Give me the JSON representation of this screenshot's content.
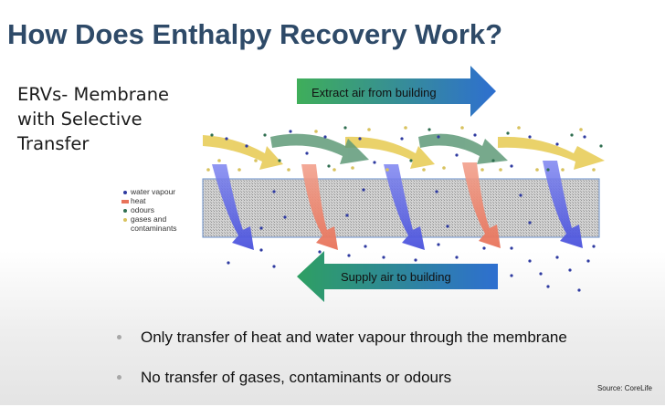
{
  "slide": {
    "title": "How Does Enthalpy Recovery Work?",
    "subtitle": "ERVs- Membrane with Selective Transfer",
    "source": "Source: CoreLife"
  },
  "diagram": {
    "top_arrow_label": "Extract air from building",
    "bottom_arrow_label": "Supply air to building",
    "legend": [
      {
        "label": "water vapour",
        "color": "#2e3aa0"
      },
      {
        "label": "heat",
        "color": "#e8735a"
      },
      {
        "label": "odours",
        "color": "#2f6e50"
      },
      {
        "label": "gases and contaminants",
        "color": "#d8c25e"
      }
    ],
    "colors": {
      "membrane": "#c9c9c9",
      "membrane_border": "#6a8fc8",
      "extract_arrow_start": "#3fae5a",
      "extract_arrow_end": "#2e6fd0",
      "supply_arrow_start": "#2e6fd0",
      "supply_arrow_end": "#3fae5a",
      "flow_yellow": "#e8cd5a",
      "flow_green": "#5f9a78",
      "flow_blue": "#5a63e0",
      "flow_red": "#e8806a"
    }
  },
  "bullets": [
    "Only transfer of heat and water vapour through the membrane",
    "No transfer of gases, contaminants or odours"
  ]
}
